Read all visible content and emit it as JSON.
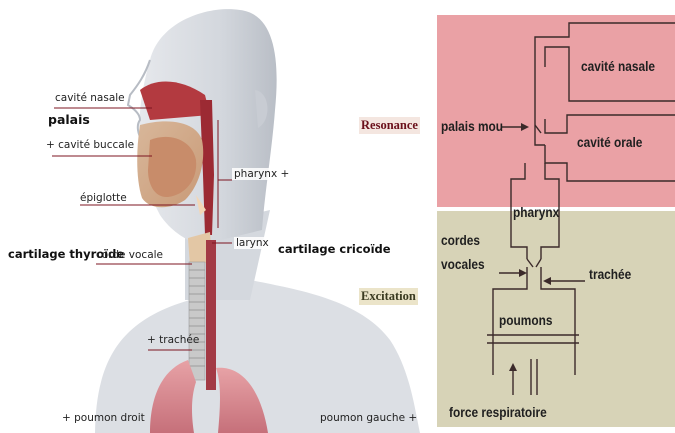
{
  "anatomy": {
    "labels": {
      "cavite_nasale": "cavité nasale",
      "palais": "palais",
      "cavite_buccale": "+ cavité buccale",
      "epiglotte": "épiglotte",
      "cartilage_thyroide": "cartilage thyroïde",
      "corde_vocale": "corde vocale",
      "pharynx": "pharynx +",
      "larynx": "larynx",
      "cartilage_cricoide": "cartilage cricoïde",
      "trachee": "+ trachée",
      "poumon_droit": "+ poumon droit",
      "poumon_gauche": "poumon gauche +"
    }
  },
  "model": {
    "sections": {
      "resonance": "Resonance",
      "excitation": "Excitation"
    },
    "labels": {
      "palais_mou": "palais mou",
      "cavite_nasale": "cavité nasale",
      "cavite_orale": "cavité orale",
      "pharynx": "pharynx",
      "cordes": "cordes",
      "vocales": "vocales",
      "trachee": "trachée",
      "poumons": "poumons",
      "force_respiratoire": "force respiratoire"
    },
    "colors": {
      "resonance_bg": "#eaa1a5",
      "excitation_bg": "#d7d3b7",
      "line": "#3b2a2a"
    }
  }
}
